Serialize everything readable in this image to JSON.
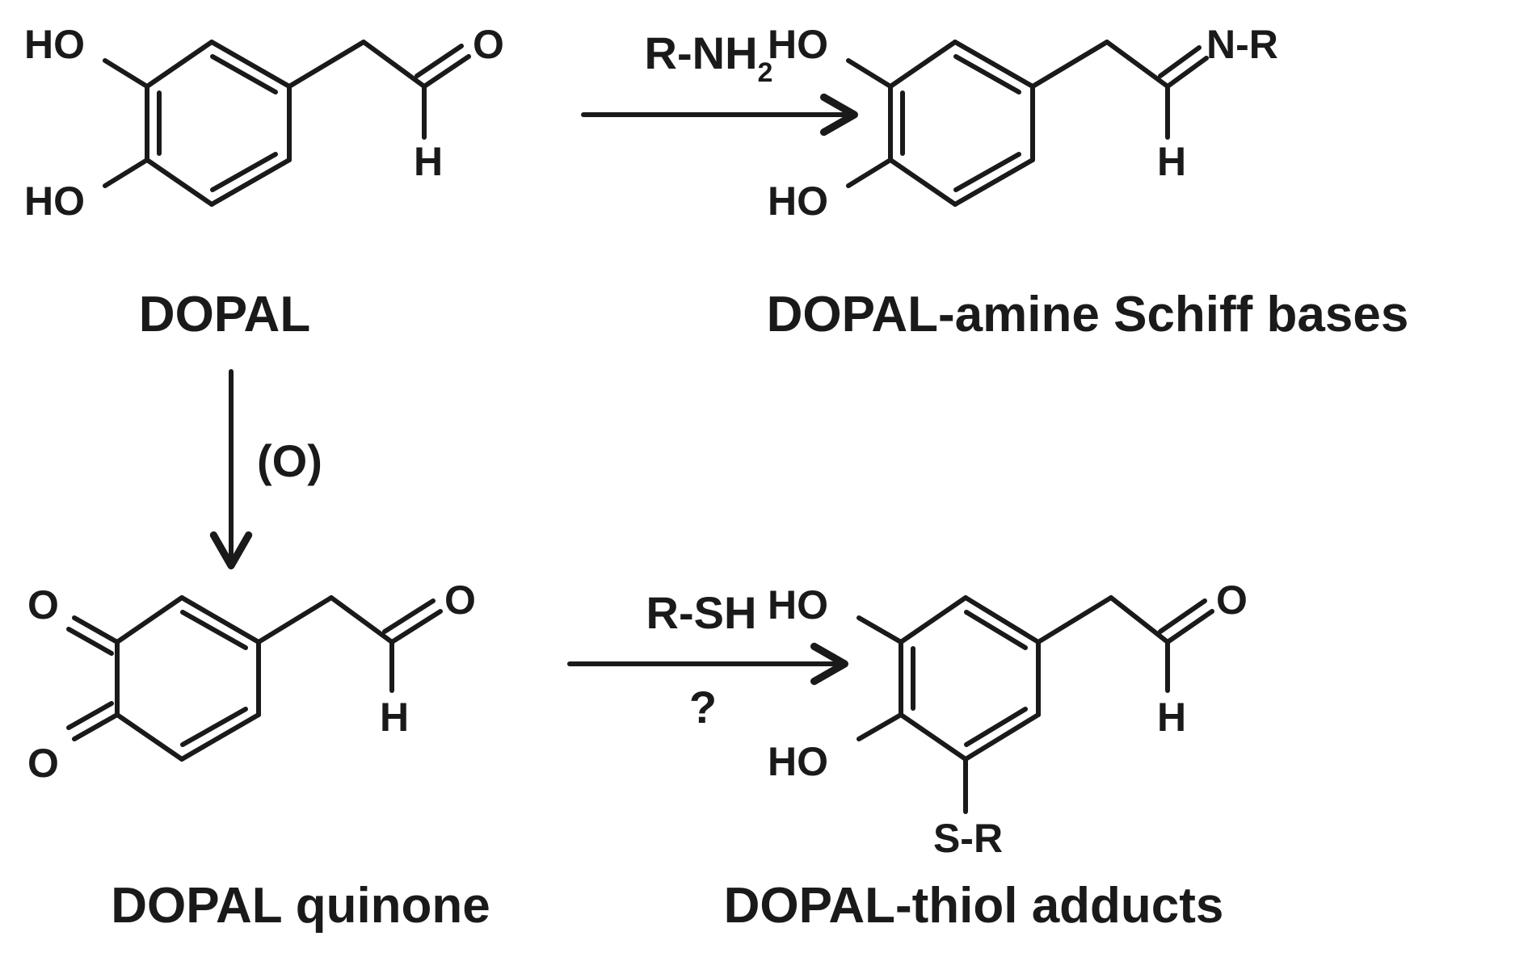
{
  "compounds": {
    "dopal": {
      "name": "DOPAL",
      "atoms": {
        "ho_top": "HO",
        "ho_bottom": "HO",
        "o": "O",
        "h": "H"
      }
    },
    "schiff": {
      "name": "DOPAL-amine Schiff bases",
      "atoms": {
        "ho_top": "HO",
        "ho_bottom": "HO",
        "nr": "N-R",
        "h": "H"
      }
    },
    "quinone": {
      "name": "DOPAL quinone",
      "atoms": {
        "o_top": "O",
        "o_bottom": "O",
        "o": "O",
        "h": "H"
      }
    },
    "thiol": {
      "name": "DOPAL-thiol adducts",
      "atoms": {
        "ho_top": "HO",
        "ho_bottom": "HO",
        "o": "O",
        "h": "H",
        "sr": "S-R"
      }
    }
  },
  "reactions": {
    "amine": {
      "reagent": "R-NH",
      "subscript": "2"
    },
    "oxidation": {
      "reagent": "(O)"
    },
    "thiol": {
      "reagent": "R-SH",
      "note": "?"
    }
  }
}
